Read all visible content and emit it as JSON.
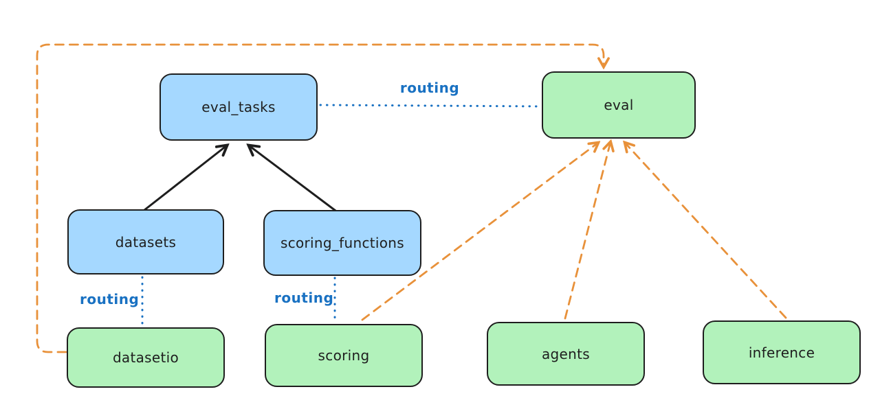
{
  "nodes": {
    "eval_tasks": {
      "label": "eval_tasks",
      "kind": "registry",
      "fill": "#a5d8ff"
    },
    "eval": {
      "label": "eval",
      "kind": "api",
      "fill": "#b2f2bb"
    },
    "datasets": {
      "label": "datasets",
      "kind": "registry",
      "fill": "#a5d8ff"
    },
    "scoring_functions": {
      "label": "scoring_functions",
      "kind": "registry",
      "fill": "#a5d8ff"
    },
    "datasetio": {
      "label": "datasetio",
      "kind": "api",
      "fill": "#b2f2bb"
    },
    "scoring": {
      "label": "scoring",
      "kind": "api",
      "fill": "#b2f2bb"
    },
    "agents": {
      "label": "agents",
      "kind": "api",
      "fill": "#b2f2bb"
    },
    "inference": {
      "label": "inference",
      "kind": "api",
      "fill": "#b2f2bb"
    }
  },
  "labels": {
    "routing_eval": "routing",
    "routing_datasetio": "routing",
    "routing_scoring": "routing"
  },
  "edges": [
    {
      "from": "datasets",
      "to": "eval_tasks",
      "style": "solid-black-arrow"
    },
    {
      "from": "scoring_functions",
      "to": "eval_tasks",
      "style": "solid-black-arrow"
    },
    {
      "from": "eval_tasks",
      "to": "eval",
      "style": "dotted-blue",
      "label": "routing"
    },
    {
      "from": "datasets",
      "to": "datasetio",
      "style": "dotted-blue",
      "label": "routing"
    },
    {
      "from": "scoring_functions",
      "to": "scoring",
      "style": "dotted-blue",
      "label": "routing"
    },
    {
      "from": "datasetio",
      "to": "eval",
      "style": "dashed-orange-arrow"
    },
    {
      "from": "scoring",
      "to": "eval",
      "style": "dashed-orange-arrow"
    },
    {
      "from": "agents",
      "to": "eval",
      "style": "dashed-orange-arrow"
    },
    {
      "from": "inference",
      "to": "eval",
      "style": "dashed-orange-arrow"
    }
  ],
  "colors": {
    "background": "#ffffff",
    "node_stroke": "#1e1e1e",
    "blue_fill": "#a5d8ff",
    "green_fill": "#b2f2bb",
    "routing_blue": "#1971c2",
    "orange": "#e8913a",
    "black_arrow": "#1e1e1e"
  }
}
